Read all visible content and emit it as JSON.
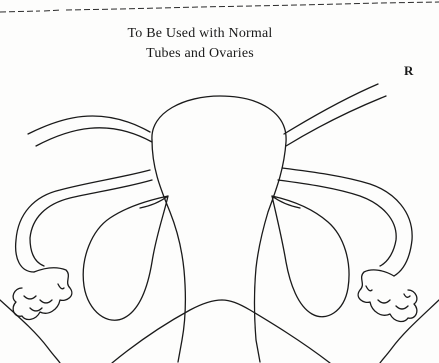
{
  "caption": {
    "line1": "To Be Used with Normal",
    "line2": "Tubes and Ovaries"
  },
  "side_marker": "R",
  "colors": {
    "ink": "#1a1a1a",
    "paper": "#fdfdfc"
  }
}
